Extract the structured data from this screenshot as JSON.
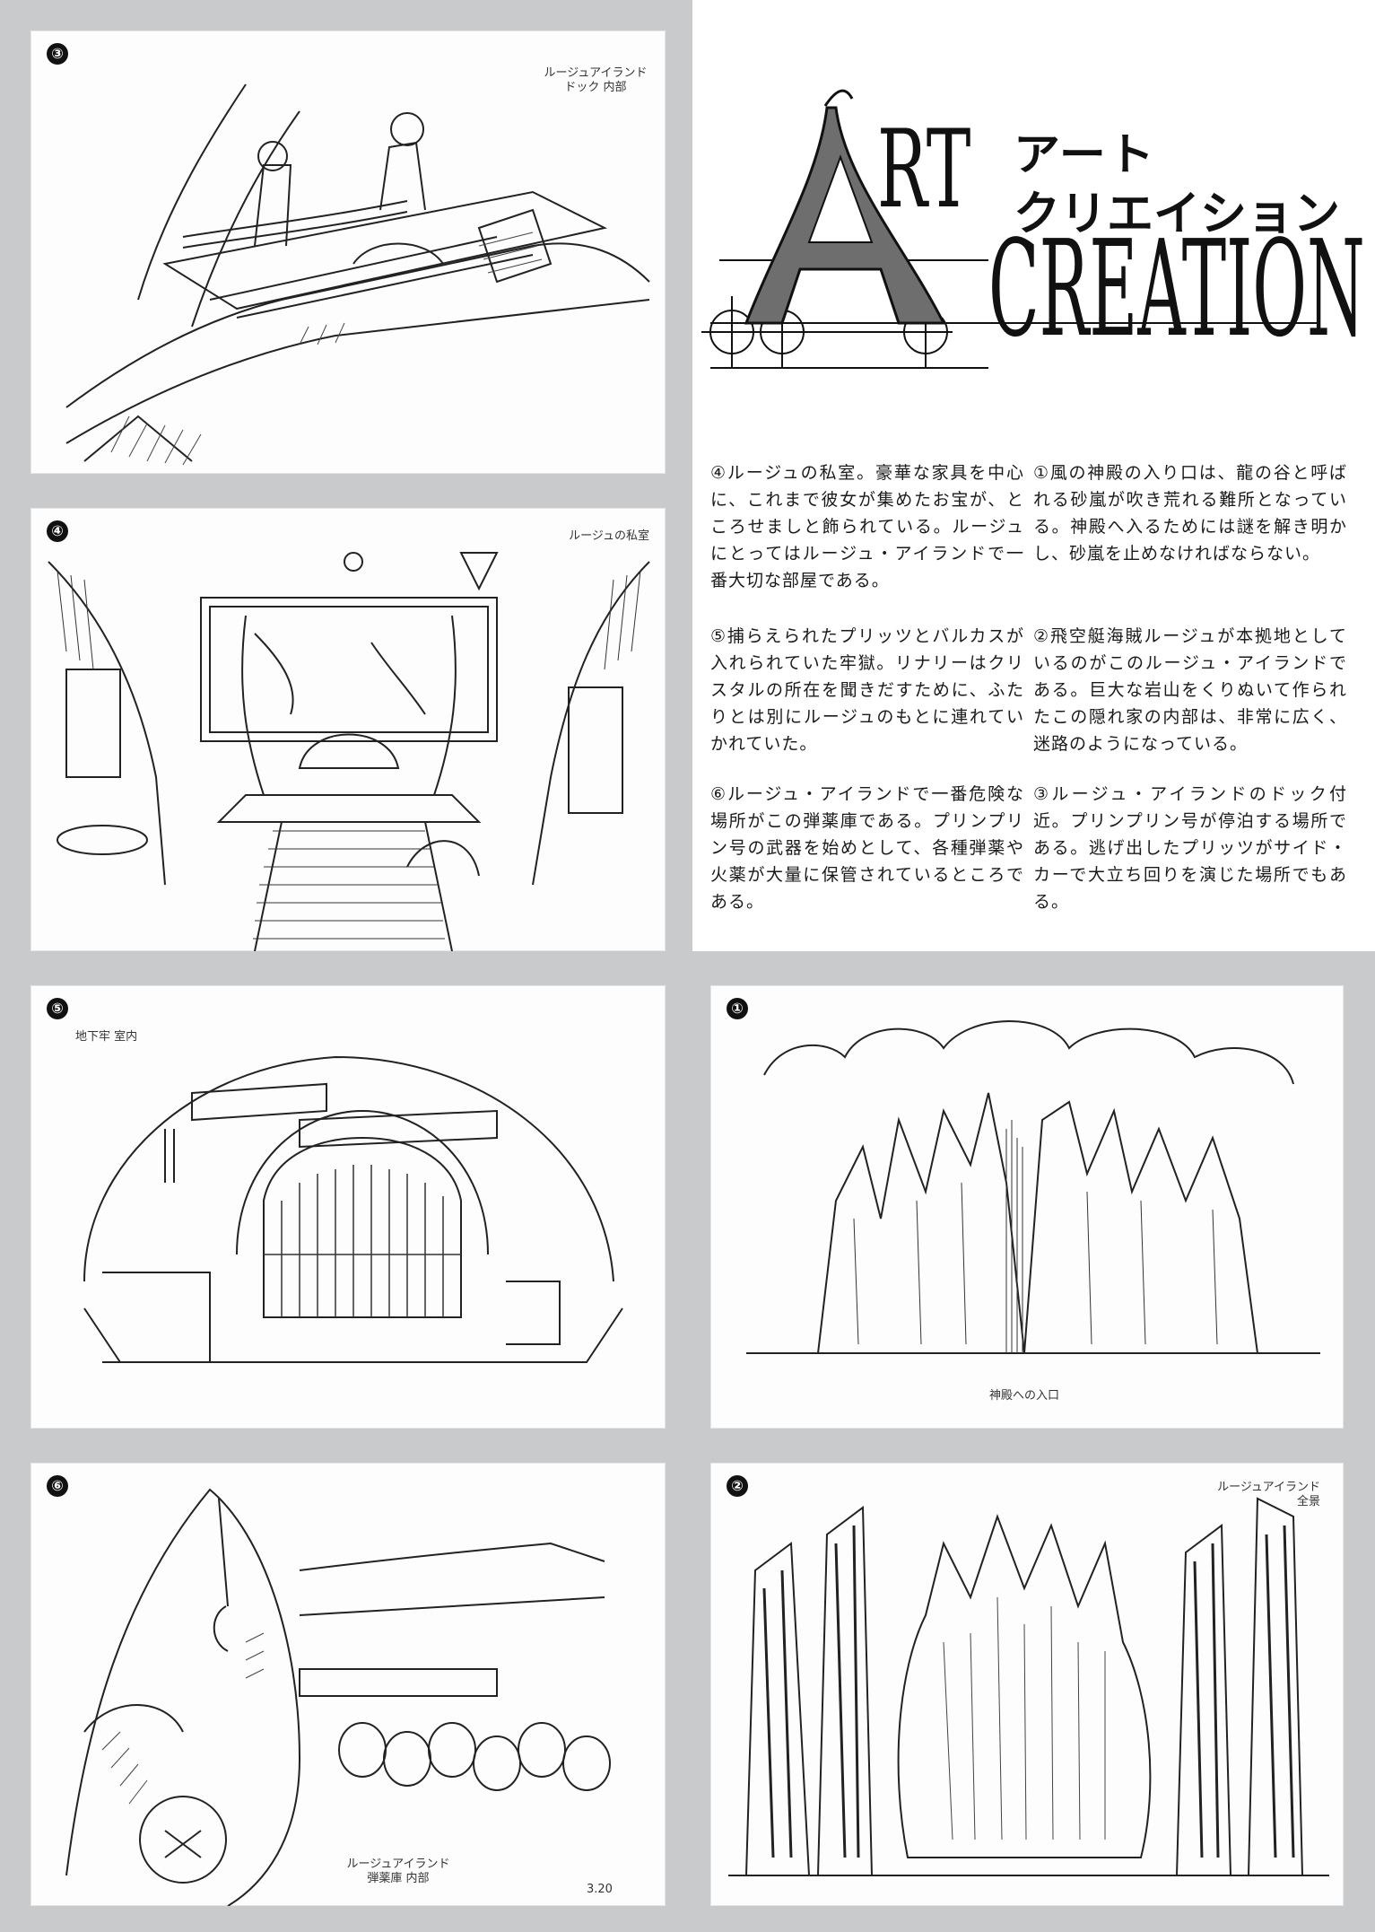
{
  "title": {
    "kana_line1": "アート",
    "kana_line2": "クリエイション",
    "letter_a": "A",
    "letters_rt": "RT",
    "word_creation": "CREATION"
  },
  "descriptions": {
    "d4": "④ルージュの私室。豪華な家具を中心に、これまで彼女が集めたお宝が、ところせましと飾られている。ルージュにとってはルージュ・アイランドで一番大切な部屋である。",
    "d5": "⑤捕らえられたプリッツとバルカスが入れられていた牢獄。リナリーはクリスタルの所在を聞きだすために、ふたりとは別にルージュのもとに連れていかれていた。",
    "d6": "⑥ルージュ・アイランドで一番危険な場所がこの弾薬庫である。プリンプリン号の武器を始めとして、各種弾薬や火薬が大量に保管されているところである。",
    "d1": "①風の神殿の入り口は、龍の谷と呼ばれる砂嵐が吹き荒れる難所となっている。神殿へ入るためには謎を解き明かし、砂嵐を止めなければならない。",
    "d2": "②飛空艇海賊ルージュが本拠地としているのがこのルージュ・アイランドである。巨大な岩山をくりぬいて作られたこの隠れ家の内部は、非常に広く、迷路のようになっている。",
    "d3": "③ルージュ・アイランドのドック付近。プリンプリン号が停泊する場所である。逃げ出したプリッツがサイド・カーで大立ち回りを演じた場所でもある。"
  },
  "panels": [
    {
      "number": "③",
      "note_lines": [
        "ルージュアイランド",
        "ドック 内部"
      ]
    },
    {
      "number": "④",
      "note_lines": [
        "ルージュの私室"
      ]
    },
    {
      "number": "⑤",
      "note_lines": [
        "地下牢 室内"
      ]
    },
    {
      "number": "①",
      "note_lines": [
        "神殿への入口"
      ]
    },
    {
      "number": "⑥",
      "note_lines": [
        "ルージュアイランド",
        "弾薬庫 内部"
      ],
      "date": "3.20"
    },
    {
      "number": "②",
      "note_lines": [
        "ルージュアイランド",
        "全景"
      ]
    }
  ],
  "colors": {
    "background": "#c9cacb",
    "paper": "#ffffff",
    "ink": "#111111",
    "letter_a_gray": "#6e6e6e"
  }
}
